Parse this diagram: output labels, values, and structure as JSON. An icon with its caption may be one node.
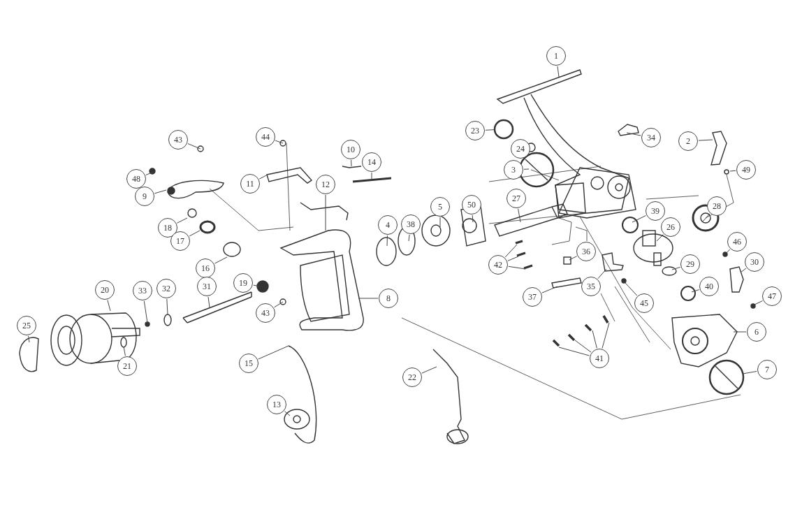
{
  "diagram": {
    "nodes": [
      {
        "text": [
          "1"
        ]
      },
      {
        "text": [
          "23"
        ]
      },
      {
        "text": [
          "44"
        ]
      },
      {
        "text": [
          "34"
        ]
      },
      {
        "text": [
          "43"
        ]
      },
      {
        "text": [
          "2"
        ]
      },
      {
        "text": [
          "24"
        ]
      },
      {
        "text": [
          "10"
        ]
      },
      {
        "text": [
          "14"
        ]
      },
      {
        "text": [
          "3"
        ]
      },
      {
        "text": [
          "49"
        ]
      },
      {
        "text": [
          "48"
        ]
      },
      {
        "text": [
          "11"
        ]
      },
      {
        "text": [
          "12"
        ]
      },
      {
        "text": [
          "9"
        ]
      },
      {
        "text": [
          "27"
        ]
      },
      {
        "text": [
          "50"
        ]
      },
      {
        "text": [
          "28"
        ]
      },
      {
        "text": [
          "5"
        ]
      },
      {
        "text": [
          "39"
        ]
      },
      {
        "text": [
          "38"
        ]
      },
      {
        "text": [
          "26"
        ]
      },
      {
        "text": [
          "18"
        ]
      },
      {
        "text": [
          "4"
        ]
      },
      {
        "text": [
          "17"
        ]
      },
      {
        "text": [
          "46"
        ]
      },
      {
        "text": [
          "42"
        ]
      },
      {
        "text": [
          "36"
        ]
      },
      {
        "text": [
          "30"
        ]
      },
      {
        "text": [
          "29"
        ]
      },
      {
        "text": [
          "16"
        ]
      },
      {
        "text": [
          "19"
        ]
      },
      {
        "text": [
          "31"
        ]
      },
      {
        "text": [
          "35"
        ]
      },
      {
        "text": [
          "40"
        ]
      },
      {
        "text": [
          "20"
        ]
      },
      {
        "text": [
          "32"
        ]
      },
      {
        "text": [
          "33"
        ]
      },
      {
        "text": [
          "37"
        ]
      },
      {
        "text": [
          "47"
        ]
      },
      {
        "text": [
          "8"
        ]
      },
      {
        "text": [
          "45"
        ]
      },
      {
        "text": [
          "43"
        ]
      },
      {
        "text": [
          "25"
        ]
      },
      {
        "text": [
          "6"
        ]
      },
      {
        "text": [
          "41"
        ]
      },
      {
        "text": [
          "15"
        ]
      },
      {
        "text": [
          "21"
        ]
      },
      {
        "text": [
          "7"
        ]
      },
      {
        "text": [
          "22"
        ]
      },
      {
        "text": [
          "13"
        ]
      },
      {
        "text": [],
        "shape": "circle"
      }
    ],
    "edges": [
      {
        "from": 0,
        "to": null,
        "arrow": "none"
      },
      {
        "from": 1,
        "to": 51,
        "arrow": "none"
      },
      {
        "from": 2,
        "to": null,
        "arrow": "none"
      },
      {
        "from": 3,
        "to": null,
        "arrow": "none"
      },
      {
        "from": 4,
        "to": null,
        "arrow": "none"
      },
      {
        "from": 5,
        "to": null,
        "arrow": "none"
      },
      {
        "from": 6,
        "to": null,
        "arrow": "none"
      },
      {
        "from": 7,
        "to": null,
        "arrow": "none"
      },
      {
        "from": 8,
        "to": null,
        "arrow": "none"
      },
      {
        "from": 9,
        "to": null,
        "arrow": "none"
      },
      {
        "from": 10,
        "to": null,
        "arrow": "none"
      },
      {
        "from": 11,
        "to": null,
        "arrow": "none"
      },
      {
        "from": 12,
        "to": null,
        "arrow": "none"
      },
      {
        "from": 13,
        "to": null,
        "arrow": "none"
      },
      {
        "from": 14,
        "to": null,
        "arrow": "none"
      },
      {
        "from": 15,
        "to": null,
        "arrow": "none"
      },
      {
        "from": 16,
        "to": null,
        "arrow": "none"
      },
      {
        "from": 17,
        "to": null,
        "arrow": "none"
      },
      {
        "from": 18,
        "to": null,
        "arrow": "none"
      },
      {
        "from": 19,
        "to": null,
        "arrow": "none"
      },
      {
        "from": 20,
        "to": null,
        "arrow": "none"
      },
      {
        "from": 21,
        "to": null,
        "arrow": "none"
      },
      {
        "from": 22,
        "to": null,
        "arrow": "none"
      },
      {
        "from": 23,
        "to": null,
        "arrow": "none"
      },
      {
        "from": 24,
        "to": null,
        "arrow": "none"
      },
      {
        "from": 25,
        "to": null,
        "arrow": "none"
      },
      {
        "from": 26,
        "to": null,
        "arrow": "none"
      },
      {
        "from": 26,
        "to": null,
        "arrow": "none"
      },
      {
        "from": 26,
        "to": null,
        "arrow": "none"
      },
      {
        "from": 27,
        "to": null,
        "arrow": "none"
      },
      {
        "from": 28,
        "to": null,
        "arrow": "none"
      },
      {
        "from": 29,
        "to": null,
        "arrow": "none"
      },
      {
        "from": 30,
        "to": null,
        "arrow": "none"
      },
      {
        "from": 31,
        "to": null,
        "arrow": "none"
      },
      {
        "from": 32,
        "to": null,
        "arrow": "none"
      },
      {
        "from": 33,
        "to": null,
        "arrow": "none"
      },
      {
        "from": 34,
        "to": null,
        "arrow": "none"
      },
      {
        "from": 35,
        "to": null,
        "arrow": "none"
      },
      {
        "from": 36,
        "to": null,
        "arrow": "none"
      },
      {
        "from": 37,
        "to": null,
        "arrow": "none"
      },
      {
        "from": 38,
        "to": null,
        "arrow": "none"
      },
      {
        "from": 39,
        "to": null,
        "arrow": "none"
      },
      {
        "from": 40,
        "to": null,
        "arrow": "none"
      },
      {
        "from": 41,
        "to": null,
        "arrow": "none"
      },
      {
        "from": 42,
        "to": null,
        "arrow": "none"
      },
      {
        "from": 43,
        "to": null,
        "arrow": "none"
      },
      {
        "from": 44,
        "to": null,
        "arrow": "none"
      },
      {
        "from": 45,
        "to": null,
        "arrow": "none"
      },
      {
        "from": 45,
        "to": null,
        "arrow": "none"
      },
      {
        "from": 45,
        "to": null,
        "arrow": "none"
      },
      {
        "from": 45,
        "to": null,
        "arrow": "none"
      },
      {
        "from": 46,
        "to": null,
        "arrow": "none"
      },
      {
        "from": 47,
        "to": null,
        "arrow": "none"
      },
      {
        "from": 48,
        "to": null,
        "arrow": "none"
      },
      {
        "from": 49,
        "to": null,
        "arrow": "none"
      },
      {
        "from": 50,
        "to": null,
        "arrow": "none"
      }
    ]
  }
}
